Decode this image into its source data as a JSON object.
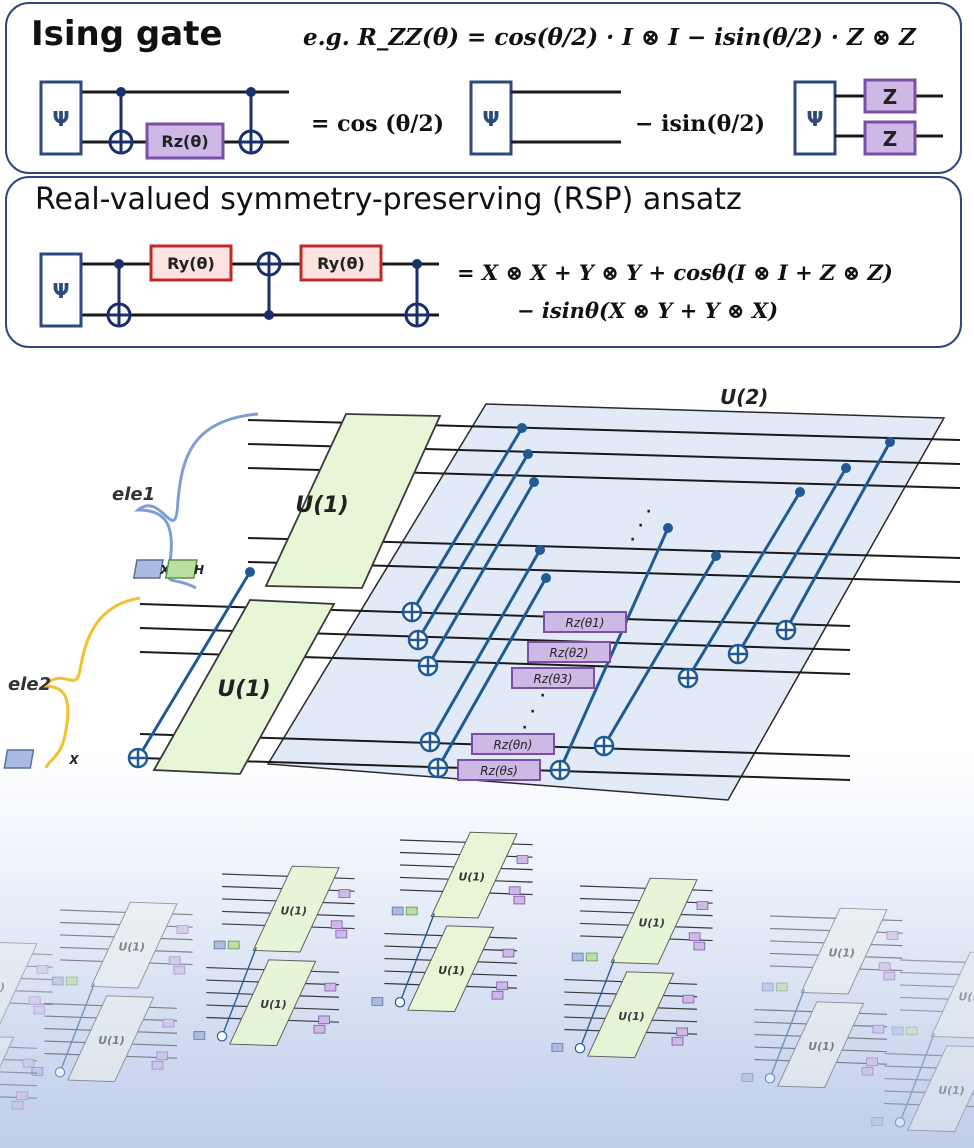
{
  "ising": {
    "title": "Ising gate",
    "example_formula": "e.g. R_ZZ(θ) = cos(θ/2) · I ⊗ I − isin(θ/2) · Z ⊗ Z",
    "psi": "Ψ",
    "rz_label": "Rz(θ)",
    "equals_cos": "=  cos (θ/2)",
    "minus_isin": "−  isin(θ/2)",
    "z_label": "Z"
  },
  "rsp": {
    "title": "Real-valued symmetry-preserving (RSP) ansatz",
    "psi": "Ψ",
    "ry_label": "Ry(θ)",
    "formula_line1": "= X ⊗ X + Y ⊗ Y +  cosθ(I ⊗ I + Z ⊗ Z)",
    "formula_line2": "− isinθ(X ⊗ Y + Y ⊗ X)"
  },
  "circuit": {
    "u2_label": "U(2)",
    "u1_label": "U(1)",
    "ele1_label": "ele1",
    "ele2_label": "ele2",
    "x_gate": "X",
    "h_gate": "H",
    "rz_gates": [
      "Rz(θ1)",
      "Rz(θ2)",
      "Rz(θ3)",
      "Rz(θn)",
      "Rz(θs)"
    ],
    "dots": "·"
  },
  "colors": {
    "panel_border": "#2e4a7d",
    "wire": "#1a1a1a",
    "control": "#1f5a94",
    "u1_fill": "#e6f6d6",
    "plane_fill": "#dde6f7",
    "rz_fill": "#cdb8e6",
    "rz_border": "#7a4fa6",
    "ry_fill": "#fbe4df",
    "ry_border": "#c0292b",
    "x_fill": "#a9bbe0",
    "h_fill": "#b9e0a2",
    "brace_ele1": "#7f9fd3",
    "brace_ele2": "#f2c12e"
  }
}
